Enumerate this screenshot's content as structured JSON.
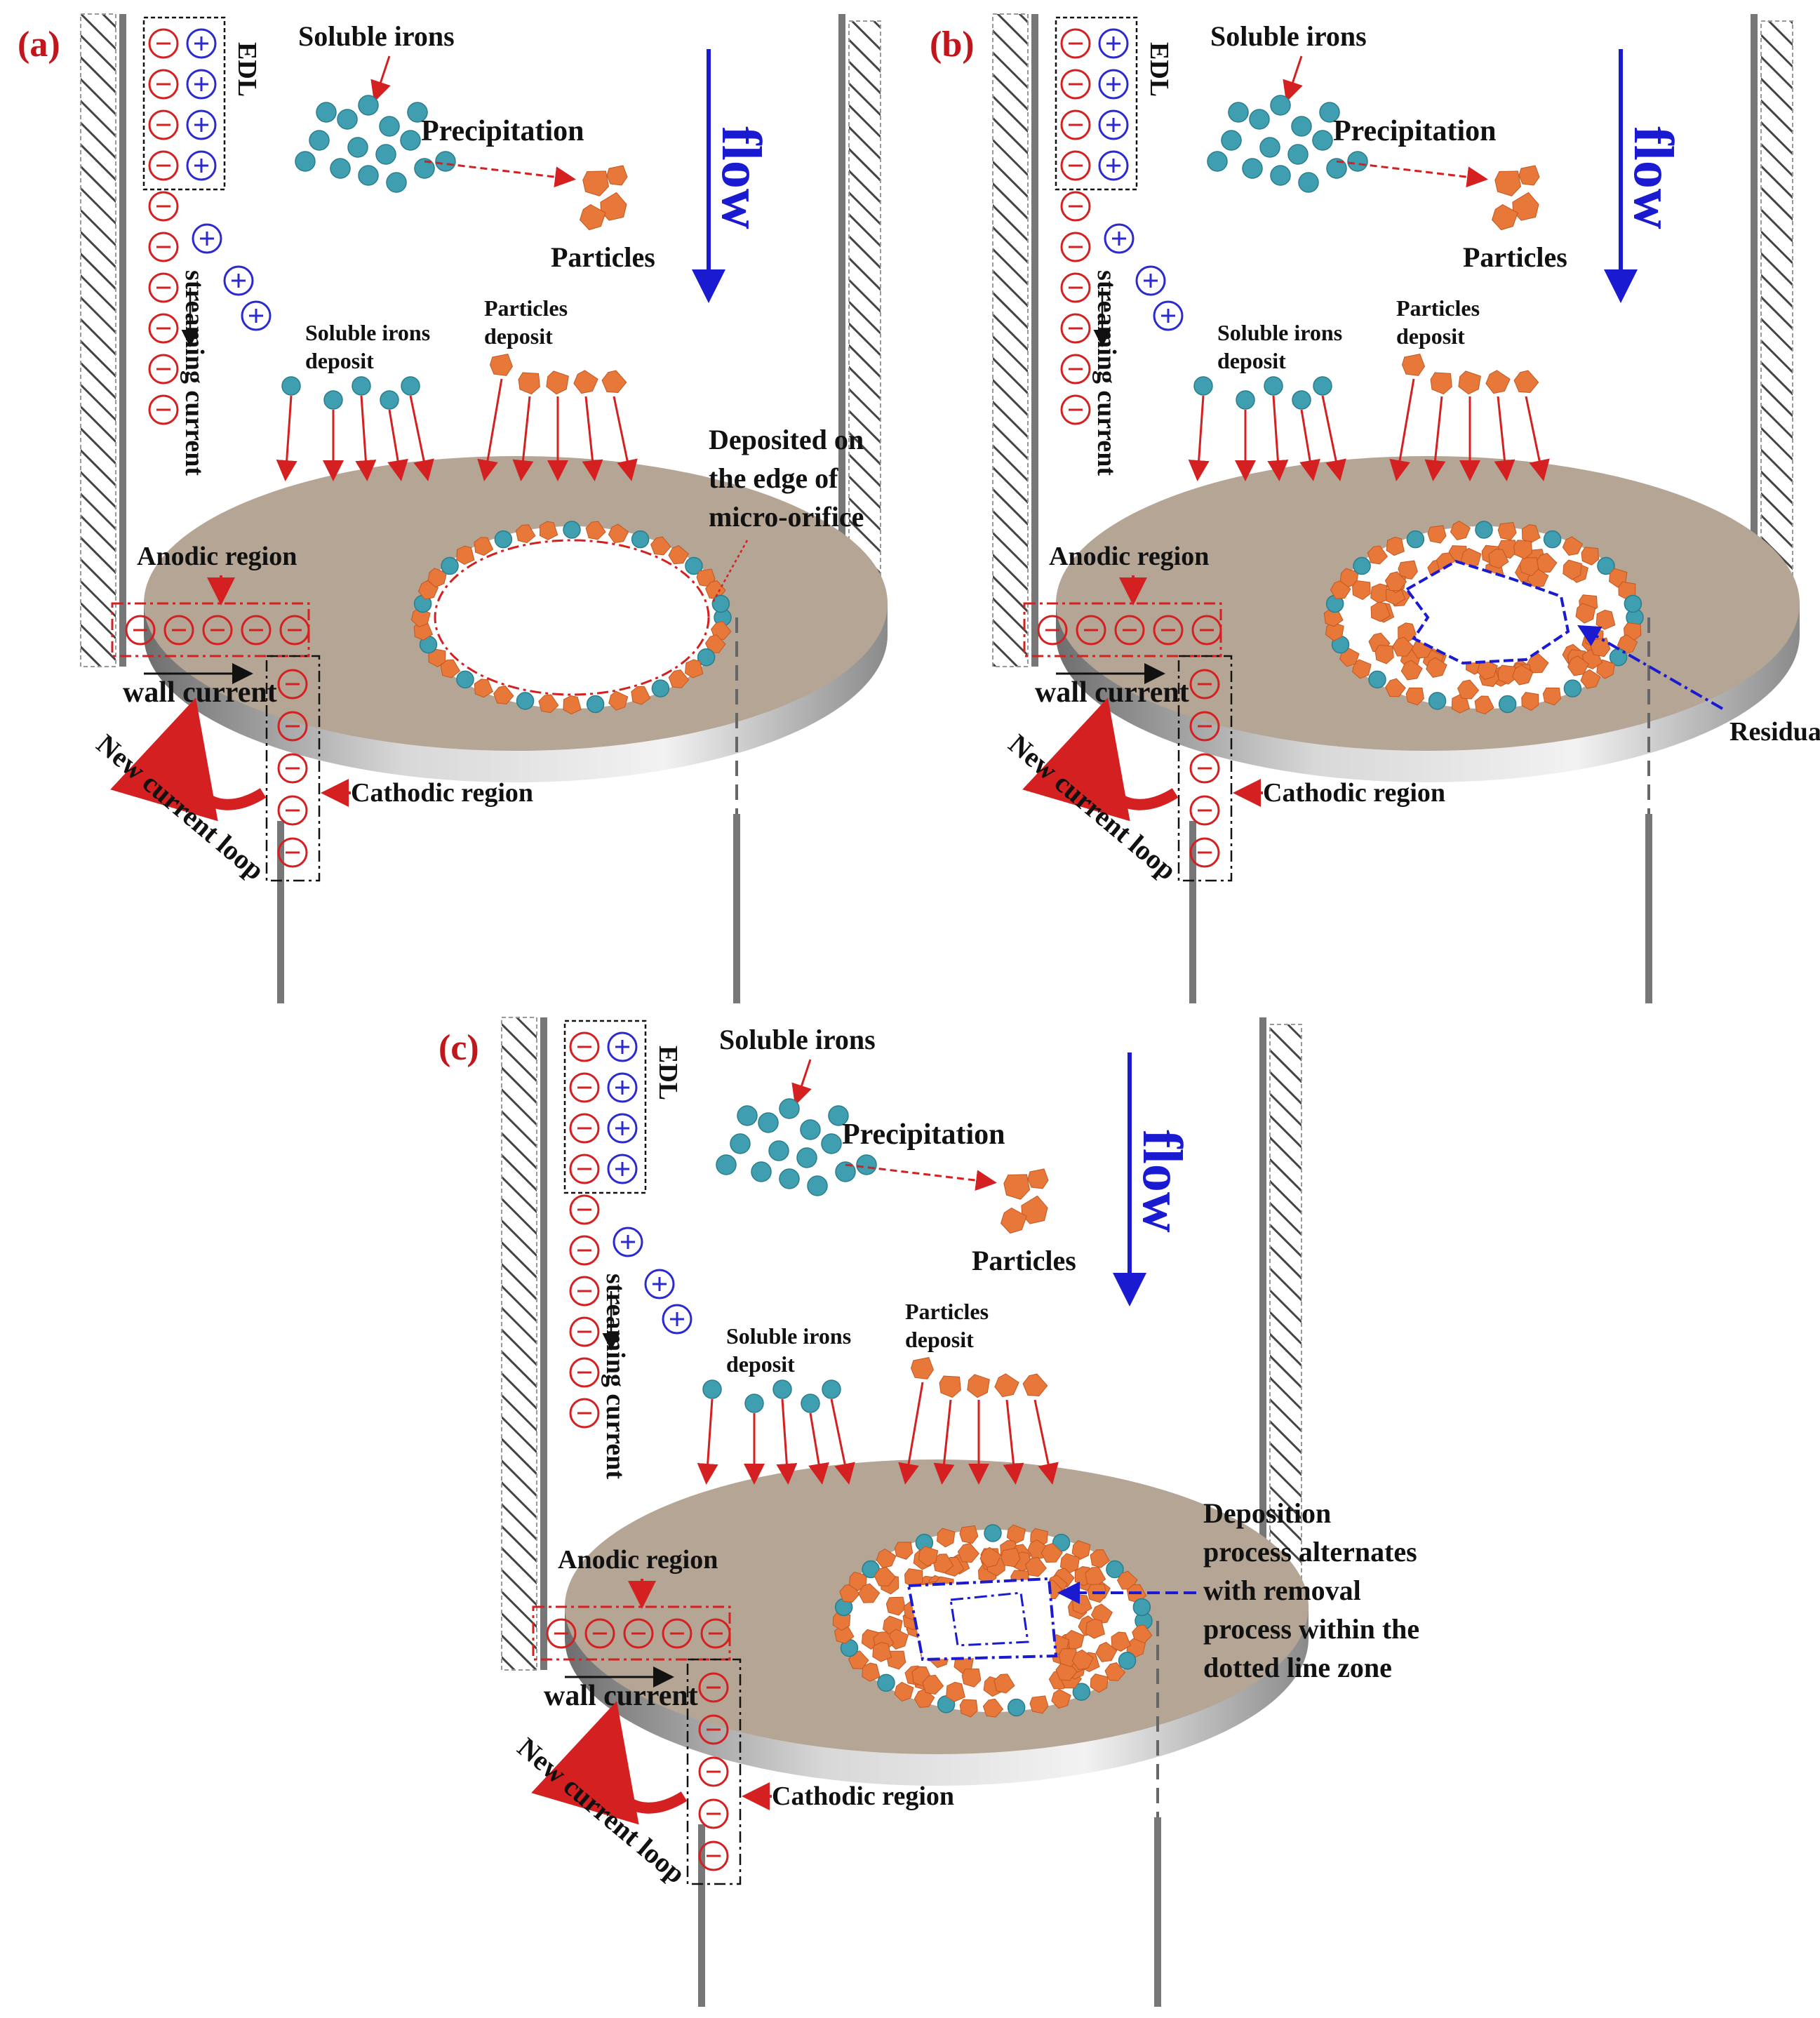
{
  "colors": {
    "disk_top": "#b4a595",
    "disk_side": "#9a9a9a",
    "iron": "#3f9fb0",
    "particle": "#e8773a",
    "negative": "#d42020",
    "positive": "#2a2ad0",
    "flow": "#1a1ad0",
    "arrow": "#d42020"
  },
  "panels": [
    {
      "tag": "(a)",
      "edl": "EDL",
      "soluble_irons": "Soluble irons",
      "precipitation": "Precipitation",
      "particles": "Particles",
      "flow": "flow",
      "streaming_current": "streaming current",
      "soluble_irons_deposit": [
        "Soluble irons",
        "deposit"
      ],
      "particles_deposit": [
        "Particles",
        "deposit"
      ],
      "anodic_region": "Anodic region",
      "wall_current": "wall current",
      "cathodic_region": "Cathodic region",
      "new_current_loop": "New current loop",
      "note": [
        "Deposited on",
        "the edge of",
        "micro-orifice"
      ]
    },
    {
      "tag": "(b)",
      "edl": "EDL",
      "soluble_irons": "Soluble irons",
      "precipitation": "Precipitation",
      "particles": "Particles",
      "flow": "flow",
      "streaming_current": "streaming current",
      "soluble_irons_deposit": [
        "Soluble irons",
        "deposit"
      ],
      "particles_deposit": [
        "Particles",
        "deposit"
      ],
      "anodic_region": "Anodic region",
      "wall_current": "wall current",
      "cathodic_region": "Cathodic region",
      "new_current_loop": "New current loop",
      "note": [
        "Residual area"
      ]
    },
    {
      "tag": "(c)",
      "edl": "EDL",
      "soluble_irons": "Soluble irons",
      "precipitation": "Precipitation",
      "particles": "Particles",
      "flow": "flow",
      "streaming_current": "streaming current",
      "soluble_irons_deposit": [
        "Soluble irons",
        "deposit"
      ],
      "particles_deposit": [
        "Particles",
        "deposit"
      ],
      "anodic_region": "Anodic region",
      "wall_current": "wall current",
      "cathodic_region": "Cathodic region",
      "new_current_loop": "New current loop",
      "note": [
        "Deposition",
        "process alternates",
        "with removal",
        "process within the",
        "dotted line zone"
      ]
    }
  ]
}
